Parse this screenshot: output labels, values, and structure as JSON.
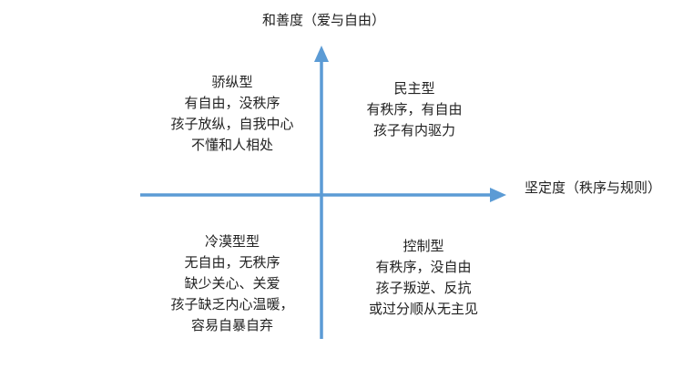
{
  "axes": {
    "y_label": "和善度（爱与自由）",
    "x_label": "坚定度（秩序与规则）",
    "color": "#5b9bd5"
  },
  "quadrants": [
    {
      "id": "top-left",
      "title": "骄纵型",
      "lines": [
        "有自由，没秩序",
        "孩子放纵，自我中心",
        "不懂和人相处"
      ]
    },
    {
      "id": "top-right",
      "title": "民主型",
      "lines": [
        "有秩序，有自由",
        "孩子有内驱力"
      ]
    },
    {
      "id": "bottom-left",
      "title": "冷漠型型",
      "lines": [
        "无自由，无秩序",
        "缺少关心、关爱",
        "孩子缺乏内心温暖，",
        "容易自暴自弃"
      ]
    },
    {
      "id": "bottom-right",
      "title": "控制型",
      "lines": [
        "有秩序，没自由",
        "孩子叛逆、反抗",
        "或过分顺从无主见"
      ]
    }
  ]
}
